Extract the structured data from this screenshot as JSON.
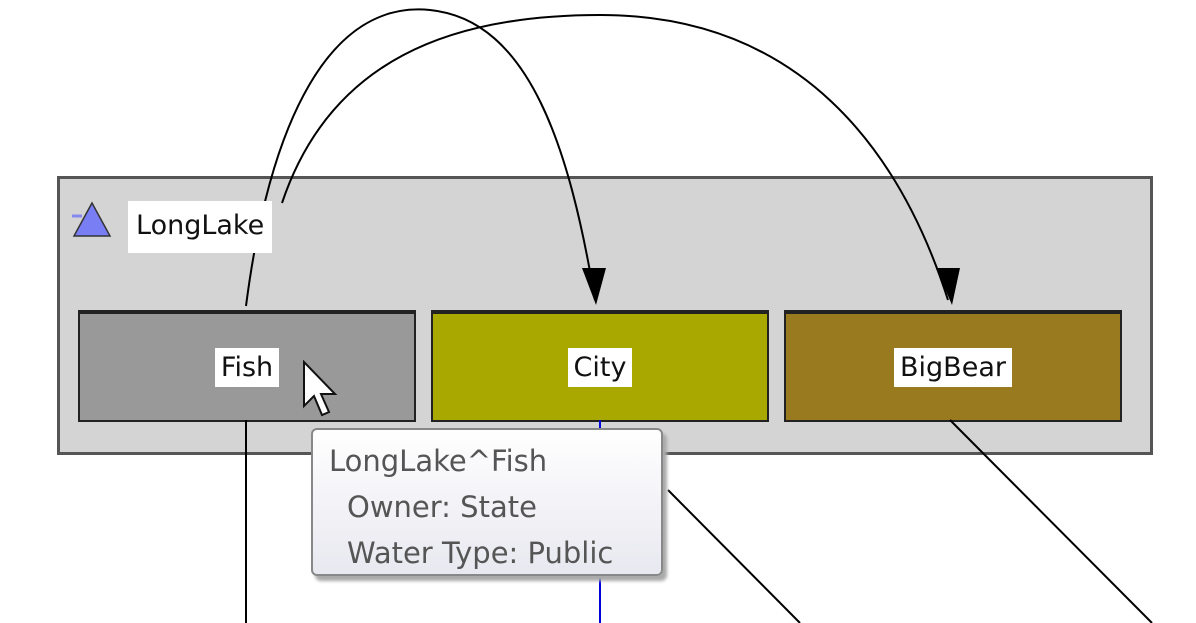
{
  "group": {
    "label": "LongLake",
    "icon": "triangle-icon"
  },
  "nodes": [
    {
      "label": "Fish",
      "color": "#999999"
    },
    {
      "label": "City",
      "color": "#a8a800"
    },
    {
      "label": "BigBear",
      "color": "#9a7a1e"
    }
  ],
  "tooltip": {
    "title": "LongLake^Fish",
    "lines": [
      "Owner: State",
      "Water Type: Public"
    ]
  }
}
